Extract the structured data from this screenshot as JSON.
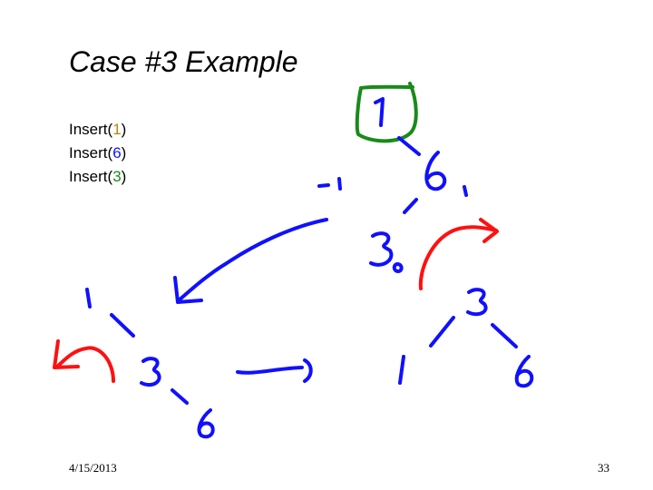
{
  "slide": {
    "title": "Case #3 Example",
    "operations": [
      {
        "prefix": "Insert(",
        "value": "1",
        "suffix": ")",
        "value_color": "#b8860b"
      },
      {
        "prefix": "Insert(",
        "value": "6",
        "suffix": ")",
        "value_color": "#1010ff"
      },
      {
        "prefix": "Insert(",
        "value": "3",
        "suffix": ")",
        "value_color": "#1a8a1a"
      }
    ],
    "footer": {
      "date": "4/15/2013",
      "page_number": "33"
    }
  },
  "annotations": {
    "ink_colors": {
      "blue": "#1010ff",
      "green": "#1a8a1a",
      "red": "#ff1010"
    },
    "labels": [
      "1",
      "-1",
      "6",
      "1",
      "3",
      "0",
      "1",
      "3",
      "6",
      "3",
      "1",
      "6"
    ]
  }
}
